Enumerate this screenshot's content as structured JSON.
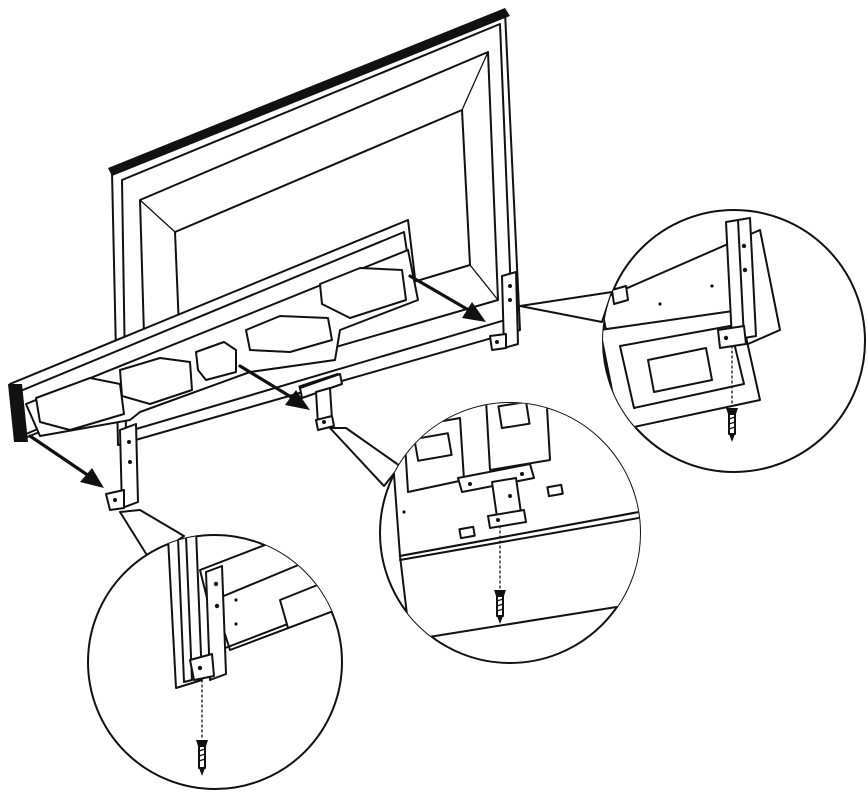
{
  "figure": {
    "type": "line-drawing",
    "subject": "tv-stand-bracket-installation",
    "callouts": [
      "left-bracket-detail",
      "center-bracket-detail",
      "right-bracket-detail"
    ],
    "colors": {
      "line": "#111111",
      "background": "#ffffff"
    }
  }
}
